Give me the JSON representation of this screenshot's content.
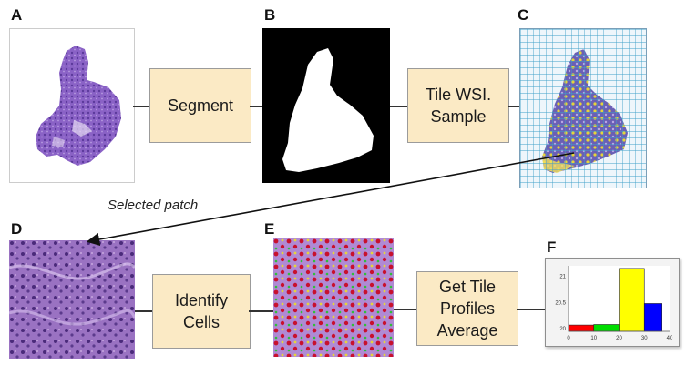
{
  "panels": {
    "A": {
      "label": "A"
    },
    "B": {
      "label": "B"
    },
    "C": {
      "label": "C"
    },
    "D": {
      "label": "D"
    },
    "E": {
      "label": "E"
    },
    "F": {
      "label": "F"
    }
  },
  "steps": {
    "segment": {
      "label": "Segment"
    },
    "tile_line1": "Tile WSI.",
    "tile_line2": "Sample",
    "identify_line1": "Identify",
    "identify_line2": "Cells",
    "profile_line1": "Get Tile",
    "profile_line2": "Profiles",
    "profile_line3": "Average"
  },
  "caption": "Selected  patch",
  "chart_data": {
    "type": "bar",
    "x_ticks": [
      "0",
      "10",
      "20",
      "30",
      "40"
    ],
    "y_ticks": [
      "20",
      "20.5",
      "21"
    ],
    "xlim": [
      0,
      40
    ],
    "ylim": [
      19.95,
      21.2
    ],
    "bars": [
      {
        "x0": 0,
        "x1": 10,
        "value": 20.07,
        "color": "#ff0000"
      },
      {
        "x0": 10,
        "x1": 20,
        "value": 20.08,
        "color": "#00dd00"
      },
      {
        "x0": 20,
        "x1": 30,
        "value": 21.15,
        "color": "#ffff00"
      },
      {
        "x0": 30,
        "x1": 37,
        "value": 20.48,
        "color": "#0000ff"
      }
    ]
  }
}
